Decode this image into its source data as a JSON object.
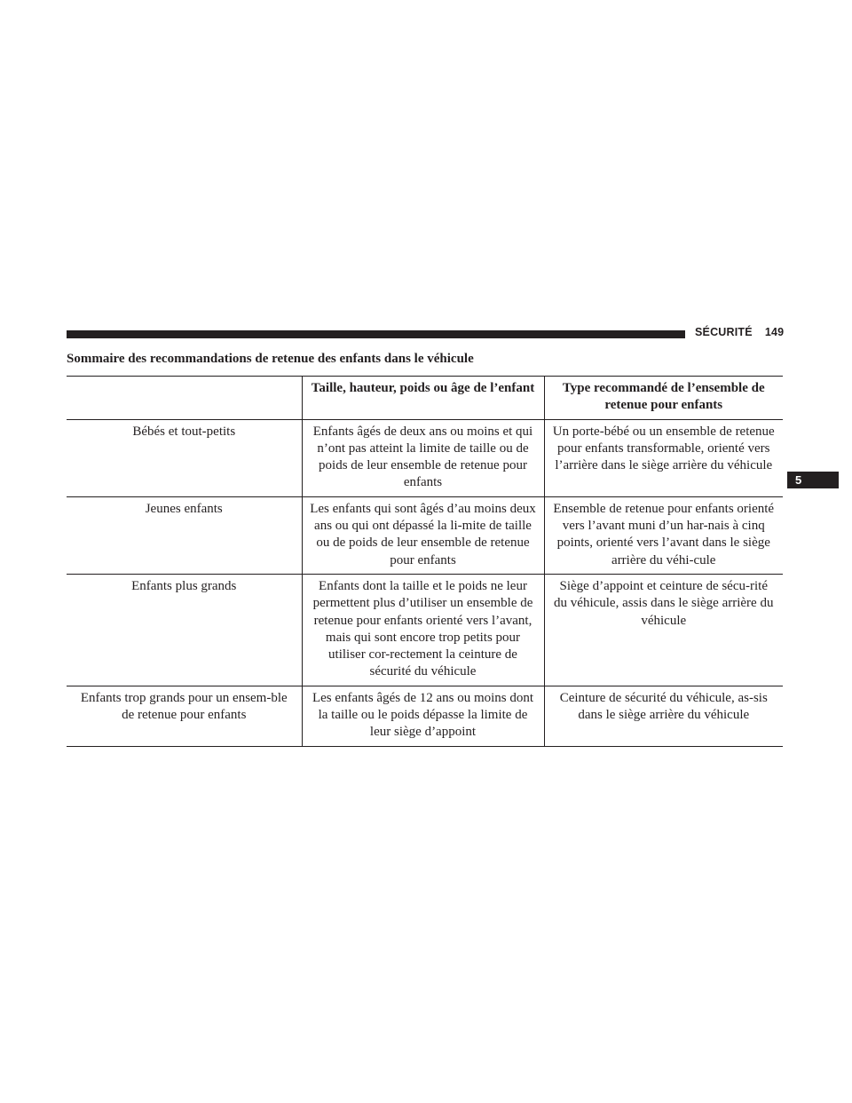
{
  "page_header": {
    "section": "SÉCURITÉ",
    "page_number": "149"
  },
  "chapter_tab": "5",
  "title": "Sommaire des recommandations de retenue des enfants dans le véhicule",
  "table": {
    "headers": [
      "",
      "Taille, hauteur, poids ou âge de l’enfant",
      "Type recommandé de l’ensemble de retenue pour enfants"
    ],
    "rows": [
      {
        "group": "Bébés et tout-petits",
        "criteria": "Enfants âgés de deux ans ou moins et qui n’ont pas atteint la limite de taille ou de poids de leur ensemble de retenue pour enfants",
        "restraint": "Un porte-bébé ou un ensemble de retenue pour enfants transformable, orienté vers l’arrière dans le siège arrière du véhicule"
      },
      {
        "group": "Jeunes enfants",
        "criteria": "Les enfants qui sont âgés d’au moins deux ans ou qui ont dépassé la li-mite de taille ou de poids de leur ensemble de retenue pour enfants",
        "restraint": "Ensemble de retenue pour enfants orienté vers l’avant muni d’un har-nais à cinq points, orienté vers l’avant dans le siège arrière du véhi-cule"
      },
      {
        "group": "Enfants plus grands",
        "criteria": "Enfants dont la taille et le poids ne leur permettent plus d’utiliser un ensemble de retenue pour enfants orienté vers l’avant, mais qui sont encore trop petits pour utiliser cor-rectement la ceinture de sécurité du véhicule",
        "restraint": "Siège d’appoint et ceinture de sécu-rité du véhicule, assis dans le siège arrière du véhicule"
      },
      {
        "group": "Enfants trop grands pour un ensem-ble de retenue pour enfants",
        "criteria": "Les enfants âgés de 12 ans ou moins dont la taille ou le poids dépasse la limite de leur siège d’appoint",
        "restraint": "Ceinture de sécurité du véhicule, as-sis dans le siège arrière du véhicule"
      }
    ]
  }
}
